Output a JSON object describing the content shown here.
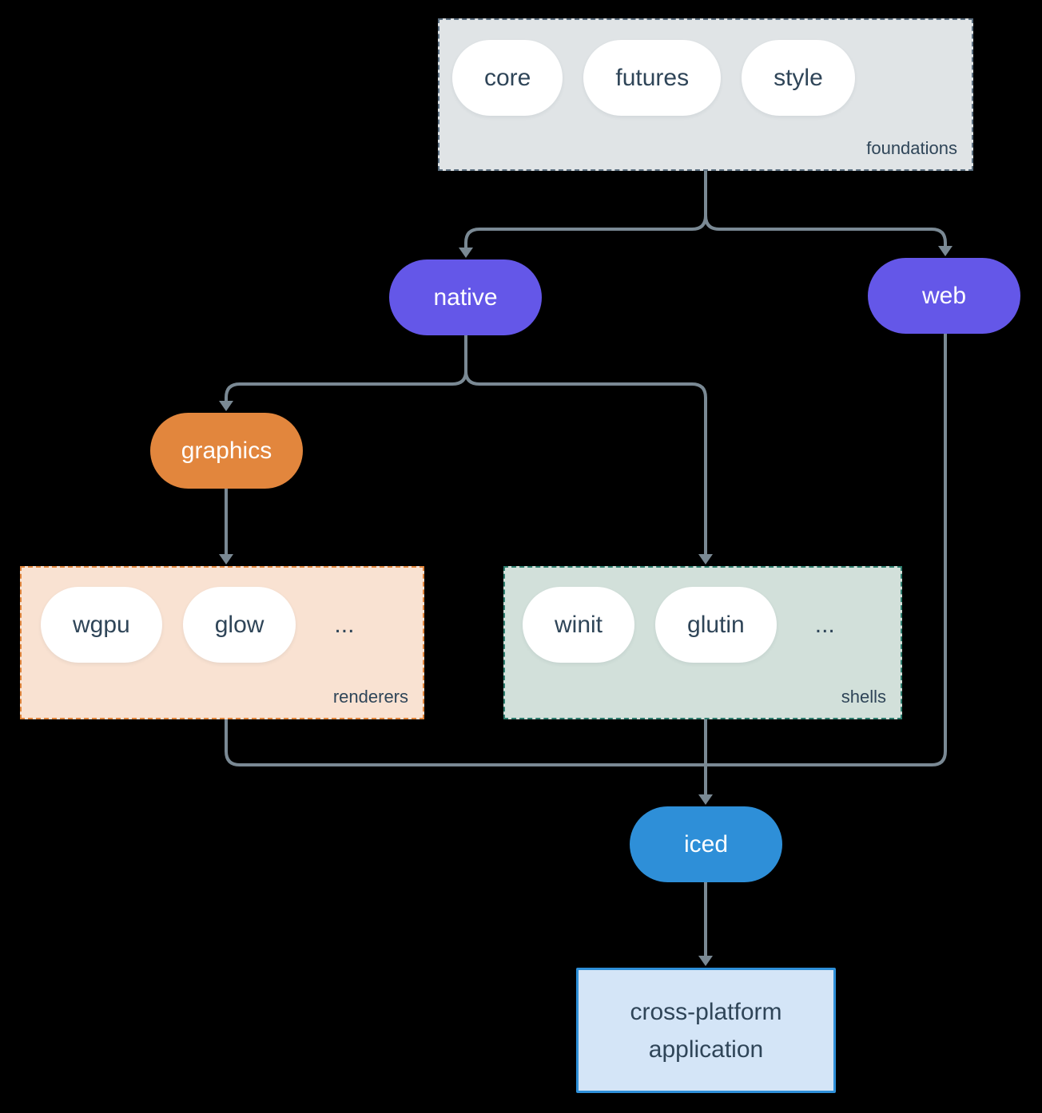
{
  "colors": {
    "background": "#000000",
    "connector": "#7a8994",
    "node_purple": "#6457e8",
    "node_orange": "#e2863d",
    "node_blue": "#2e8fd8",
    "text_dark_slate": "#2f4558",
    "text_white": "#ffffff",
    "foundations_fill": "#e0e4e6",
    "foundations_border": "#5c6f80",
    "renderers_fill": "#f9e2d2",
    "renderers_border": "#e2863d",
    "shells_fill": "#d2e0da",
    "shells_border": "#2e7d6e",
    "application_fill": "#d4e5f7",
    "application_border": "#2e8fd8"
  },
  "foundations": {
    "label": "foundations",
    "pills": [
      "core",
      "futures",
      "style"
    ]
  },
  "nodes": {
    "native": "native",
    "web": "web",
    "graphics": "graphics",
    "iced": "iced",
    "application": "cross-platform application"
  },
  "renderers": {
    "label": "renderers",
    "pills": [
      "wgpu",
      "glow"
    ],
    "more": "..."
  },
  "shells": {
    "label": "shells",
    "pills": [
      "winit",
      "glutin"
    ],
    "more": "..."
  }
}
